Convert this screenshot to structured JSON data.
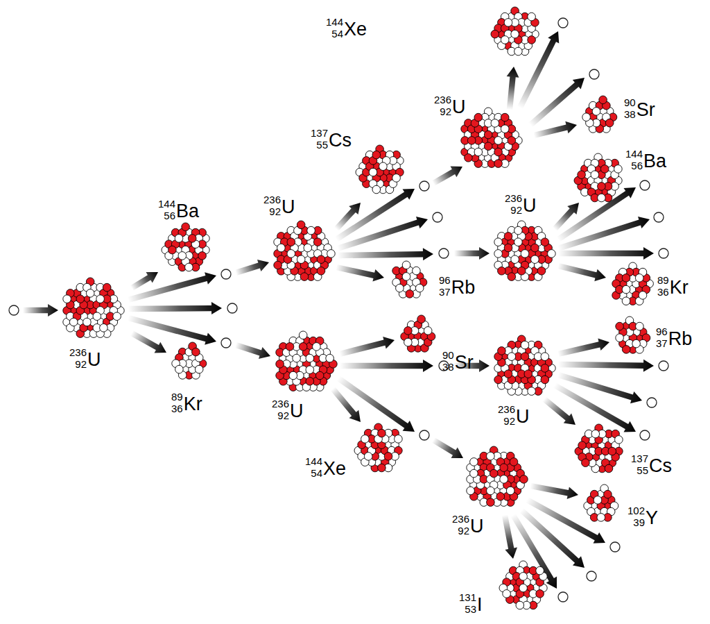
{
  "diagram": {
    "labels": [
      "236",
      "92",
      "U",
      "144",
      "56",
      "Ba",
      "89",
      "36",
      "Kr",
      "236",
      "92",
      "U",
      "236",
      "92",
      "U",
      "137",
      "55",
      "Cs",
      "96",
      "37",
      "Rb",
      "90",
      "38",
      "Sr",
      "144",
      "54",
      "Xe",
      "236",
      "92",
      "U",
      "144",
      "54",
      "Xe",
      "90",
      "38",
      "Sr",
      "144",
      "56",
      "Ba",
      "236",
      "92",
      "U",
      "89",
      "36",
      "Kr",
      "236",
      "92",
      "U",
      "96",
      "37",
      "Rb",
      "137",
      "55",
      "Cs",
      "236",
      "92",
      "U",
      "102",
      "39",
      "Y",
      "131",
      "53",
      "I"
    ]
  }
}
